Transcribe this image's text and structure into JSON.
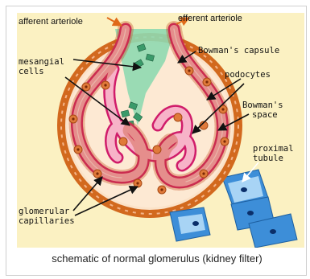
{
  "labels": {
    "afferent": "afferent arteriole",
    "efferent": "efferent arteriole",
    "bowmans_capsule": "Bowman's capsule",
    "mesangial_1": "mesangial",
    "mesangial_2": "cells",
    "podocytes": "podocytes",
    "bowmans_space_1": "Bowman's",
    "bowmans_space_2": "space",
    "proximal_1": "proximal",
    "proximal_2": "tubule",
    "glomerular_1": "glomerular",
    "glomerular_2": "capillaries"
  },
  "caption": "schematic of normal glomerulus (kidney filter)",
  "colors": {
    "background": "#fbf1c2",
    "capsule": "#d2691e",
    "capillary": "#f7b3c8",
    "capillary_edge": "#d01c6a",
    "mesangial": "#7ed1a4",
    "tubule": "#3d8ed8",
    "podocyte": "#e07a3a",
    "arrow": "#e06a1a"
  }
}
